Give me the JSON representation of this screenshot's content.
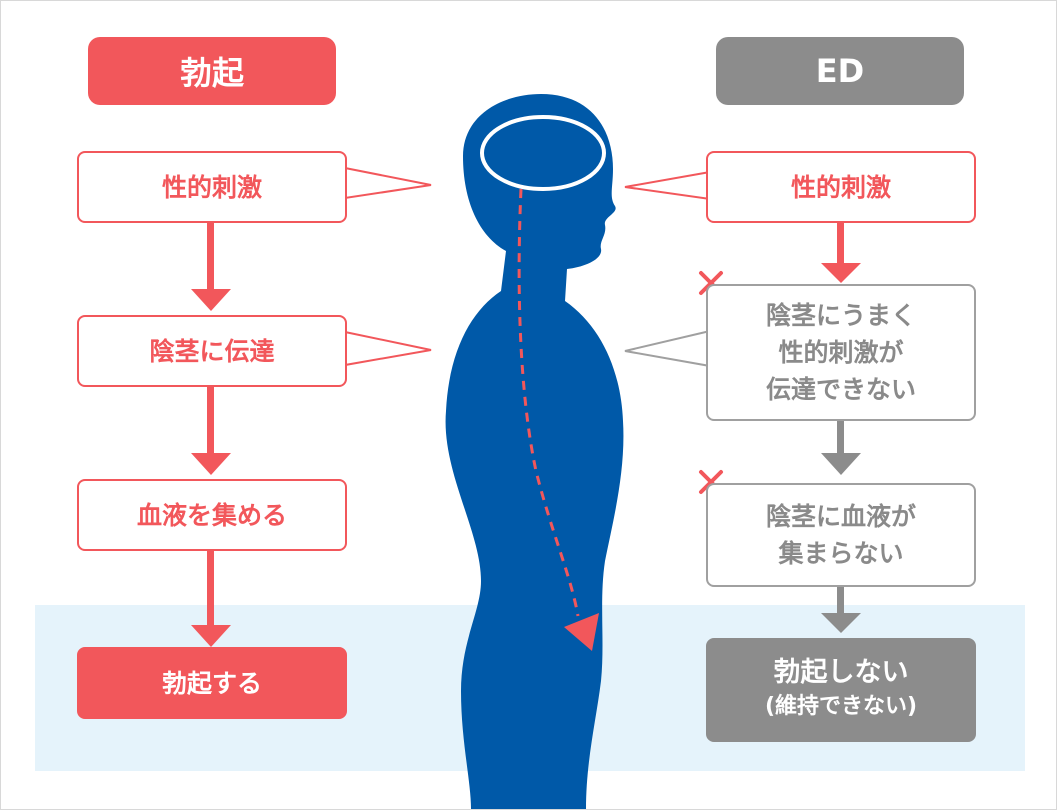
{
  "left": {
    "header": "勃起",
    "steps": [
      "性的刺激",
      "陰茎に伝達",
      "血液を集める"
    ],
    "result": "勃起する"
  },
  "right": {
    "header": "ED",
    "steps": [
      "性的刺激",
      "陰茎にうまく\n性的刺激が\n伝達できない",
      "陰茎に血液が\n集まらない"
    ],
    "result_main": "勃起しない",
    "result_sub": "(維持できない)"
  },
  "colors": {
    "erection_red": "#f2575b",
    "ed_gray": "#8c8c8c",
    "body_blue": "#0059a8",
    "band_blue": "#e5f3fb"
  },
  "icons": [
    "x-mark-icon",
    "arrow-down-icon",
    "human-silhouette",
    "nerve-path-arrow"
  ]
}
